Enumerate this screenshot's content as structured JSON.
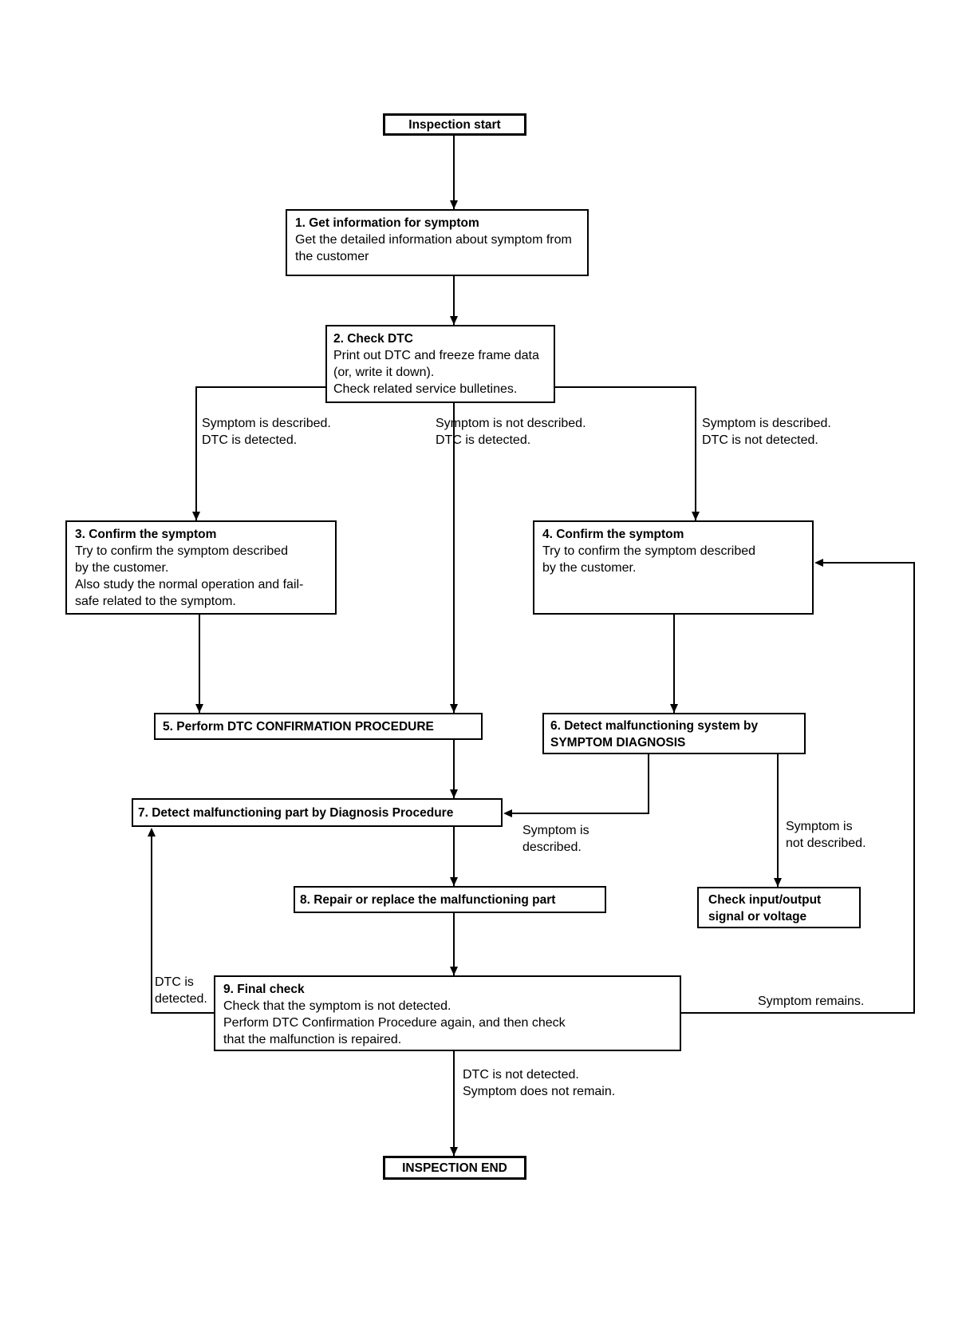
{
  "colors": {
    "background": "#ffffff",
    "ink": "#000000"
  },
  "nodes": {
    "start": {
      "label": "Inspection start"
    },
    "step1": {
      "title": "1. Get information for symptom",
      "body": "Get the detailed information about symptom from\nthe customer"
    },
    "step2": {
      "title": "2. Check DTC",
      "body": "Print out DTC and freeze frame data\n(or, write it down).\nCheck related service bulletines."
    },
    "step3": {
      "title": "3. Confirm the symptom",
      "body": "Try to confirm the symptom described\nby the customer.\nAlso study the normal operation and fail-\nsafe related to the symptom."
    },
    "step4": {
      "title": "4. Confirm the symptom",
      "body": "Try to confirm the symptom described\nby the customer."
    },
    "step5": {
      "title": "5. Perform DTC CONFIRMATION PROCEDURE"
    },
    "step6": {
      "title": "6. Detect malfunctioning system by\nSYMPTOM DIAGNOSIS"
    },
    "step7": {
      "title": "7. Detect malfunctioning part by Diagnosis Procedure"
    },
    "step8": {
      "title": "8. Repair or replace the malfunctioning part"
    },
    "step9": {
      "title": "9. Final check",
      "body": "Check that the symptom is not detected.\nPerform DTC Confirmation Procedure again, and then check\nthat the malfunction is repaired."
    },
    "check_io": {
      "title": "Check input/output\nsignal or voltage"
    },
    "end": {
      "label": "INSPECTION END"
    }
  },
  "edge_labels": {
    "after_step2_left": "Symptom is described.\nDTC is detected.",
    "after_step2_middle": "Symptom is not described.\nDTC is detected.",
    "after_step2_right": "Symptom is described.\nDTC is not detected.",
    "step6_to_step7": "Symptom is\ndescribed.",
    "step6_to_check_io": "Symptom is\nnot described.",
    "step9_to_step7": "DTC is\ndetected.",
    "step9_to_step4": "Symptom remains.",
    "step9_to_end": "DTC is not detected.\nSymptom does not remain."
  }
}
